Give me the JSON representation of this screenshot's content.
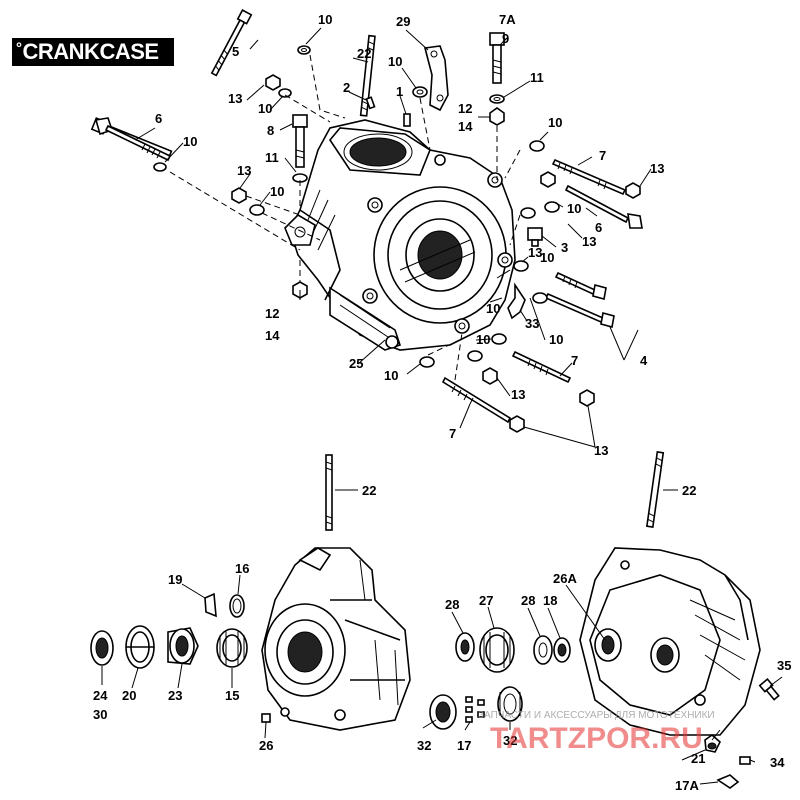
{
  "header": {
    "title": "CRANKCASE",
    "title_symbol": "°"
  },
  "watermark": {
    "brand": "TARTZPOR.RU",
    "tagline": "ЗАПЧАСТИ И АКСЕССУАРЫ ДЛЯ МОТОТЕХНИКИ"
  },
  "callouts": [
    "5",
    "10",
    "29",
    "7A",
    "9",
    "22",
    "10",
    "2",
    "1",
    "11",
    "13",
    "10",
    "12",
    "14",
    "8",
    "6",
    "10",
    "10",
    "7",
    "11",
    "13",
    "13",
    "10",
    "10",
    "6",
    "13",
    "3",
    "13",
    "10",
    "12",
    "14",
    "10",
    "33",
    "4",
    "10",
    "10",
    "25",
    "7",
    "10",
    "13",
    "7",
    "13",
    "22",
    "22",
    "19",
    "16",
    "28",
    "27",
    "28",
    "18",
    "26A",
    "35",
    "24",
    "30",
    "20",
    "23",
    "15",
    "26",
    "32",
    "17",
    "32",
    "21",
    "34",
    "17A"
  ]
}
